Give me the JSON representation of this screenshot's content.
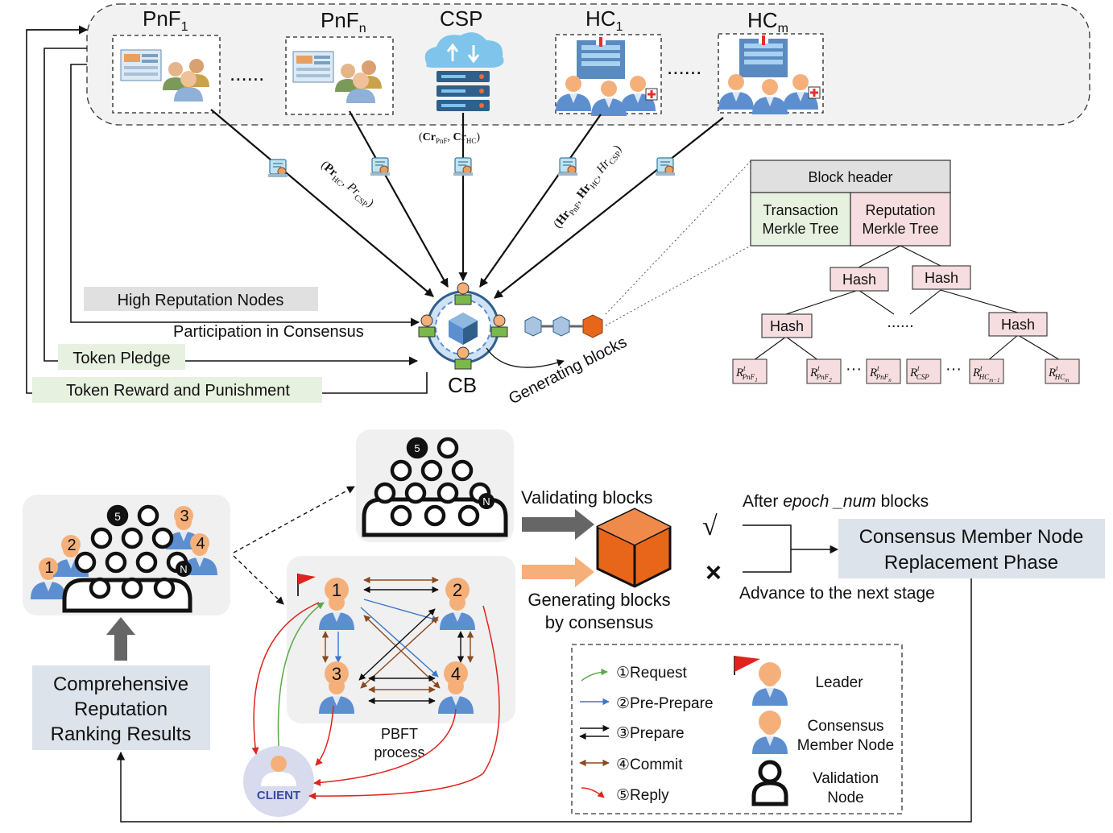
{
  "top": {
    "entities": {
      "pnf1": {
        "base": "PnF",
        "sub": "1"
      },
      "pnfn": {
        "base": "PnF",
        "sub": "n"
      },
      "csp": {
        "base": "CSP",
        "sub": ""
      },
      "hc1": {
        "base": "HC",
        "sub": "1"
      },
      "hcm": {
        "base": "HC",
        "sub": "m"
      }
    },
    "dots": "......",
    "cb_label": "CB",
    "flow_labels": {
      "pr": {
        "pre": "(",
        "a": "Pr",
        "a_sub": "HC",
        "sep": ", ",
        "b": "Pr",
        "b_sub": "CSP",
        "post": ")"
      },
      "cr": {
        "pre": "(",
        "a": "Cr",
        "a_sub": "PnF",
        "sep": ", ",
        "b": "Cr",
        "b_sub": "HC",
        "post": ")"
      },
      "hr": {
        "pre": "(",
        "a": "Hr",
        "a_sub": "PnF",
        "sep": ", ",
        "b": "Hr",
        "b_sub": "HC",
        "sep2": ", ",
        "c": "Hr",
        "c_sub": "CSP",
        "post": ")"
      }
    },
    "labels": {
      "high_rep": "High Reputation Nodes",
      "participation": "Participation in Consensus",
      "token_pledge": "Token Pledge",
      "token_reward": "Token Reward and Punishment",
      "generating_blocks": "Generating blocks"
    },
    "block_header": {
      "title": "Block header",
      "tx_tree": [
        "Transaction",
        "Merkle Tree"
      ],
      "rep_tree": [
        "Reputation",
        "Merkle Tree"
      ],
      "hash": "Hash",
      "dots": "......",
      "leaf_dots": "···",
      "leaves": [
        {
          "sup": "t",
          "base": "R",
          "sub": "PnF",
          "subsub": "1"
        },
        {
          "sup": "t",
          "base": "R",
          "sub": "PnF",
          "subsub": "2"
        },
        {
          "sup": "t",
          "base": "R",
          "sub": "PnF",
          "subsub": "n"
        },
        {
          "sup": "t",
          "base": "R",
          "sub": "CSP",
          "subsub": ""
        },
        {
          "sup": "t",
          "base": "R",
          "sub": "HC",
          "subsub": "m−1"
        },
        {
          "sup": "t",
          "base": "R",
          "sub": "HC",
          "subsub": "m"
        }
      ]
    }
  },
  "bottom": {
    "left_badges": [
      "1",
      "2",
      "3",
      "4",
      "5",
      "N"
    ],
    "validators_badges": [
      "5",
      "N"
    ],
    "validating_blocks": "Validating blocks",
    "generating_consensus": [
      "Generating blocks",
      "by consensus"
    ],
    "check": "√",
    "cross": "×",
    "after_epoch": {
      "pre": "After ",
      "italic": "epoch _num",
      "post": " blocks"
    },
    "advance": "Advance to the next stage",
    "replacement": [
      "Consensus Member Node",
      "Replacement Phase"
    ],
    "ranking": [
      "Comprehensive",
      "Reputation",
      "Ranking Results"
    ],
    "pbft_nodes": [
      "1",
      "2",
      "3",
      "4"
    ],
    "pbft_label": [
      "PBFT",
      "process"
    ],
    "client": "CLIENT",
    "legend": {
      "request": "①Request",
      "preprepare": "②Pre-Prepare",
      "prepare": "③Prepare",
      "commit": "④Commit",
      "reply": "⑤Reply",
      "leader": "Leader",
      "consensus_member": [
        "Consensus",
        "Member Node"
      ],
      "validation_node": [
        "Validation",
        "Node"
      ]
    }
  },
  "colors": {
    "green_arrow": "#5aa84a",
    "blue_arrow": "#3a78c8",
    "brown_arrow": "#8b4a1f",
    "red_arrow": "#e0231c",
    "orange": "#f5b07a",
    "blue_person": "#5d8fd0",
    "cube_orange": "#e8661a",
    "pink_box": "#f6dde0",
    "green_box": "#e7f1df",
    "gray_box": "#e0e0e0"
  }
}
